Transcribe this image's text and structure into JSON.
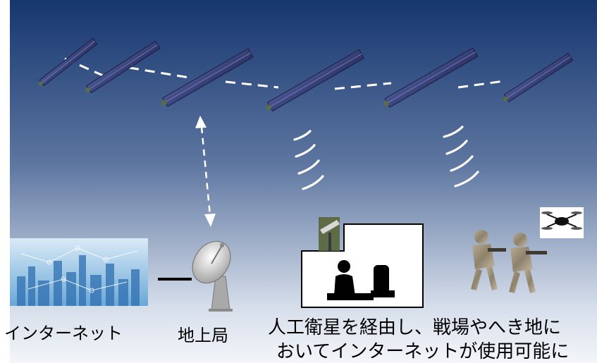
{
  "labels": {
    "internet": "インターネット",
    "ground_station": "地上局",
    "caption_line1": "人工衛星を経由し、戦場やへき地に",
    "caption_line2": "おいてインターネットが使用可能に"
  },
  "colors": {
    "sky_top": "#16366f",
    "sky_bottom": "#e6ebf3",
    "link_dash": "#ffffff",
    "satellite_panel": "#3f4a86"
  },
  "icons": {
    "satellites": "solar-panel-satellite-icon",
    "internet": "city-network-icon",
    "ground_station": "satellite-dish-icon",
    "command_post": "command-post-icon",
    "soldiers": "soldier-icon",
    "drone": "drone-icon"
  }
}
